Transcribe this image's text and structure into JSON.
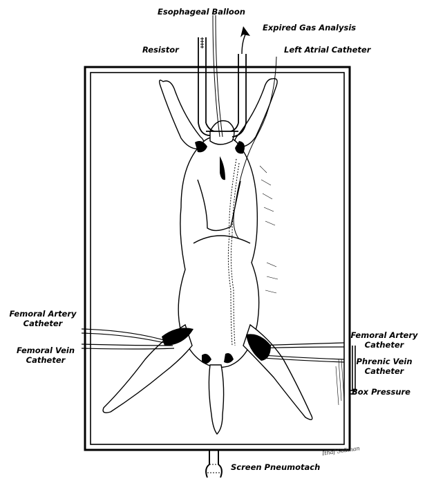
{
  "labels": {
    "esophageal_balloon": "Esophageal Balloon",
    "expired_gas_analysis": "Expired Gas Analysis",
    "resistor": "Resistor",
    "left_atrial_catheter": "Left Atrial Catheter",
    "femoral_artery_left_1": "Femoral Artery",
    "femoral_artery_left_2": "Catheter",
    "femoral_vein_1": "Femoral Vein",
    "femoral_vein_2": "Catheter",
    "femoral_artery_right_1": "Femoral Artery",
    "femoral_artery_right_2": "Catheter",
    "phrenic_vein_1": "Phrenic Vein",
    "phrenic_vein_2": "Catheter",
    "box_pressure": "Box Pressure",
    "screen_pneumotach": "Screen Pneumotach"
  },
  "signature": "Ithaf Soliman"
}
